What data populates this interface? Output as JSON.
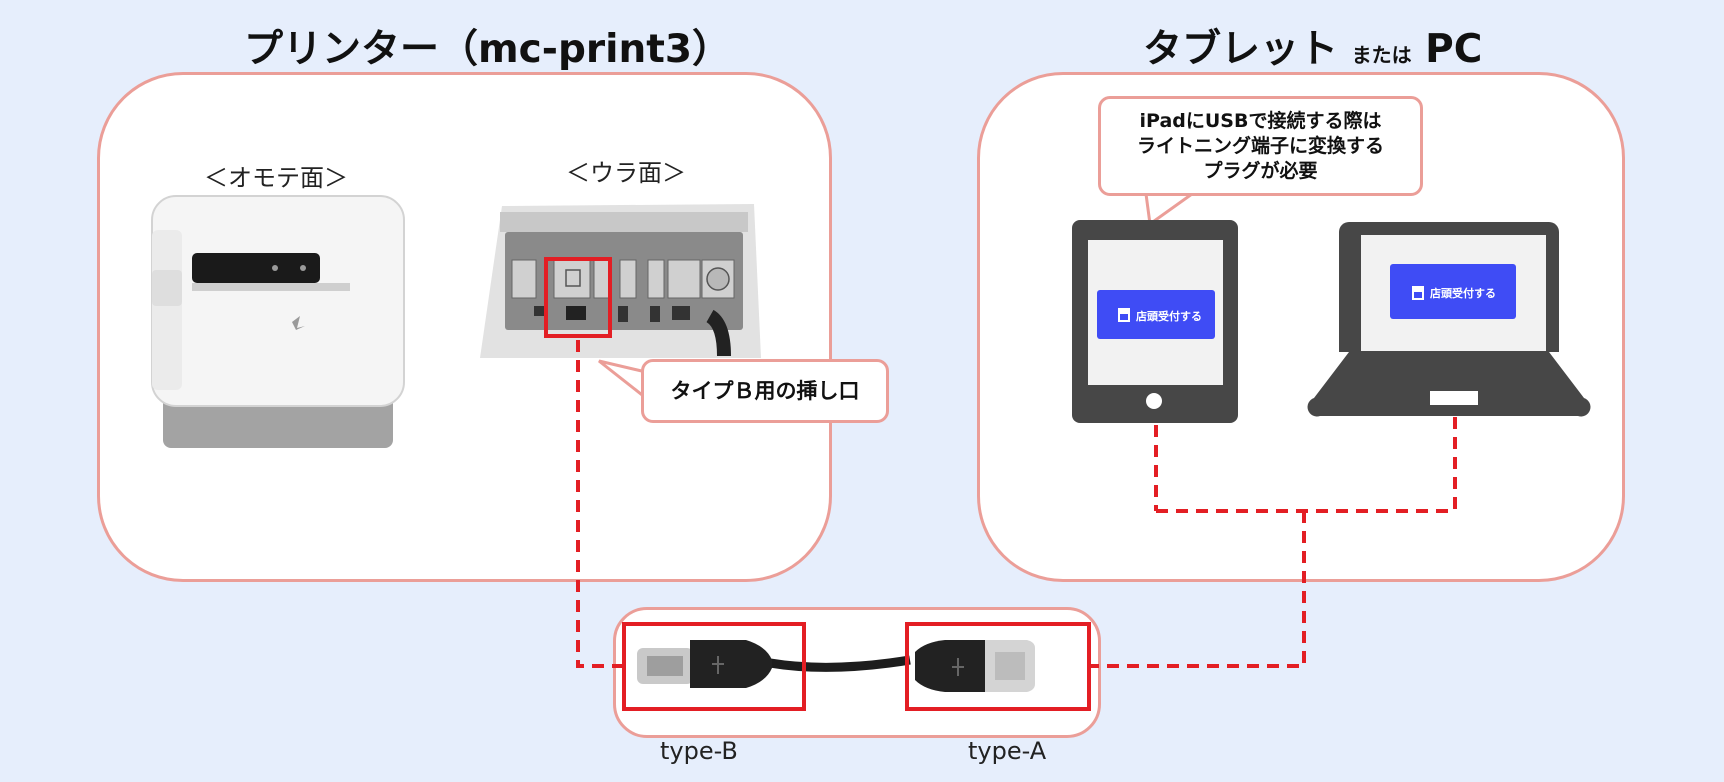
{
  "printer": {
    "title": "プリンター（mc-print3）",
    "front_label": "＜オモテ面＞",
    "back_label": "＜ウラ面＞",
    "port_callout": "タイプＢ用の挿し口"
  },
  "device": {
    "title_main": "タブレット",
    "title_small": "または",
    "title_end": "PC",
    "ipad_callout": [
      "iPadにUSBで接続する際は",
      "ライトニング端子に変換する",
      "プラグが必要"
    ],
    "tablet_button": "店頭受付する",
    "pc_button": "店頭受付する"
  },
  "cable": {
    "type_b_label": "type-B",
    "type_a_label": "type-A"
  },
  "colors": {
    "background": "#e6eefc",
    "panel_border": "#eb9e98",
    "connector_line": "#e31e24",
    "button": "#3f4cf5",
    "device_body": "#474747"
  },
  "icons": [
    "store-icon",
    "usb-icon",
    "star-logo-icon"
  ]
}
